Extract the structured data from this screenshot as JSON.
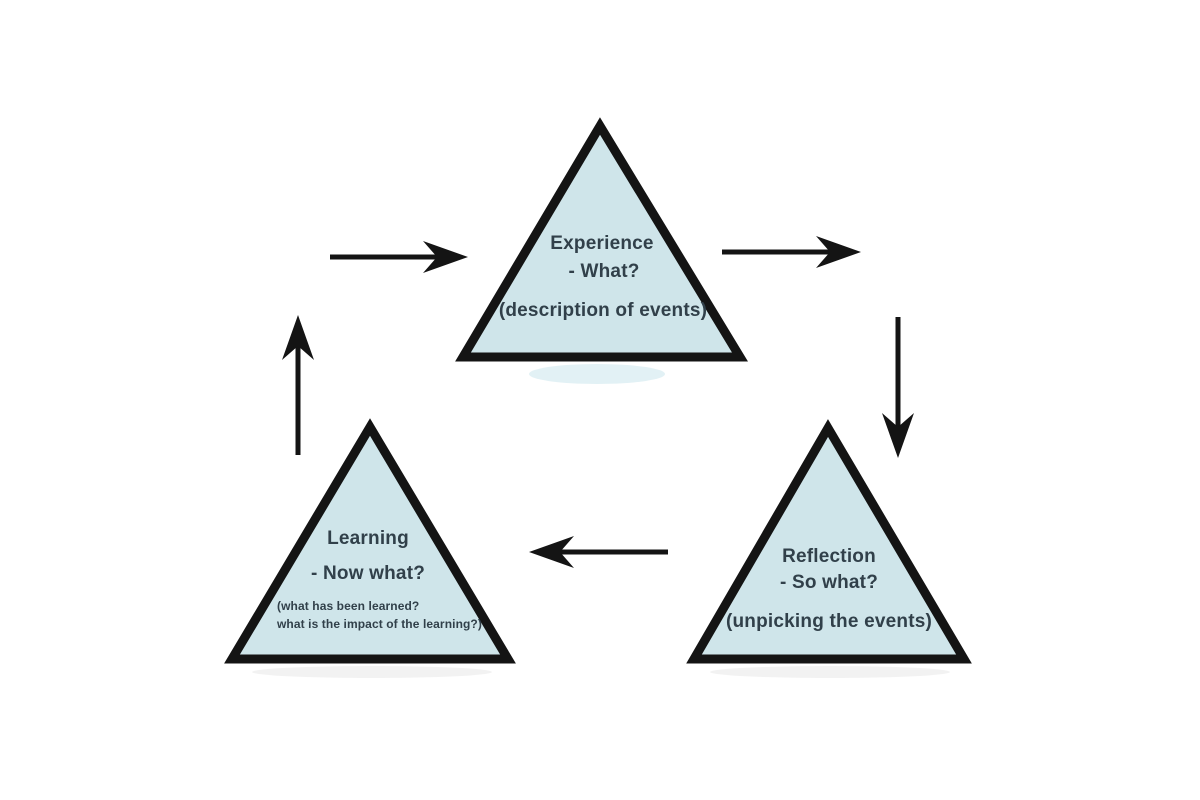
{
  "diagram": {
    "type": "cycle",
    "background_color": "#ffffff",
    "triangle_fill": "#cfe5ea",
    "outline_color": "#141414",
    "text_color": "#31404a",
    "nodes": [
      {
        "id": "experience",
        "title": "Experience",
        "question": "- What?",
        "note": "(description of events)"
      },
      {
        "id": "reflection",
        "title": "Reflection",
        "question": "- So what?",
        "note": "(unpicking the events)"
      },
      {
        "id": "learning",
        "title": "Learning",
        "question": "- Now what?",
        "note_line1": "(what has been learned?",
        "note_line2": "what is the impact of the learning?)"
      }
    ],
    "arrows": [
      {
        "id": "arrow-into-experience",
        "direction": "right"
      },
      {
        "id": "arrow-experience-to-reflection",
        "direction": "right"
      },
      {
        "id": "arrow-down-into-reflection",
        "direction": "down"
      },
      {
        "id": "arrow-reflection-to-learning",
        "direction": "left"
      },
      {
        "id": "arrow-learning-up",
        "direction": "up"
      }
    ]
  }
}
